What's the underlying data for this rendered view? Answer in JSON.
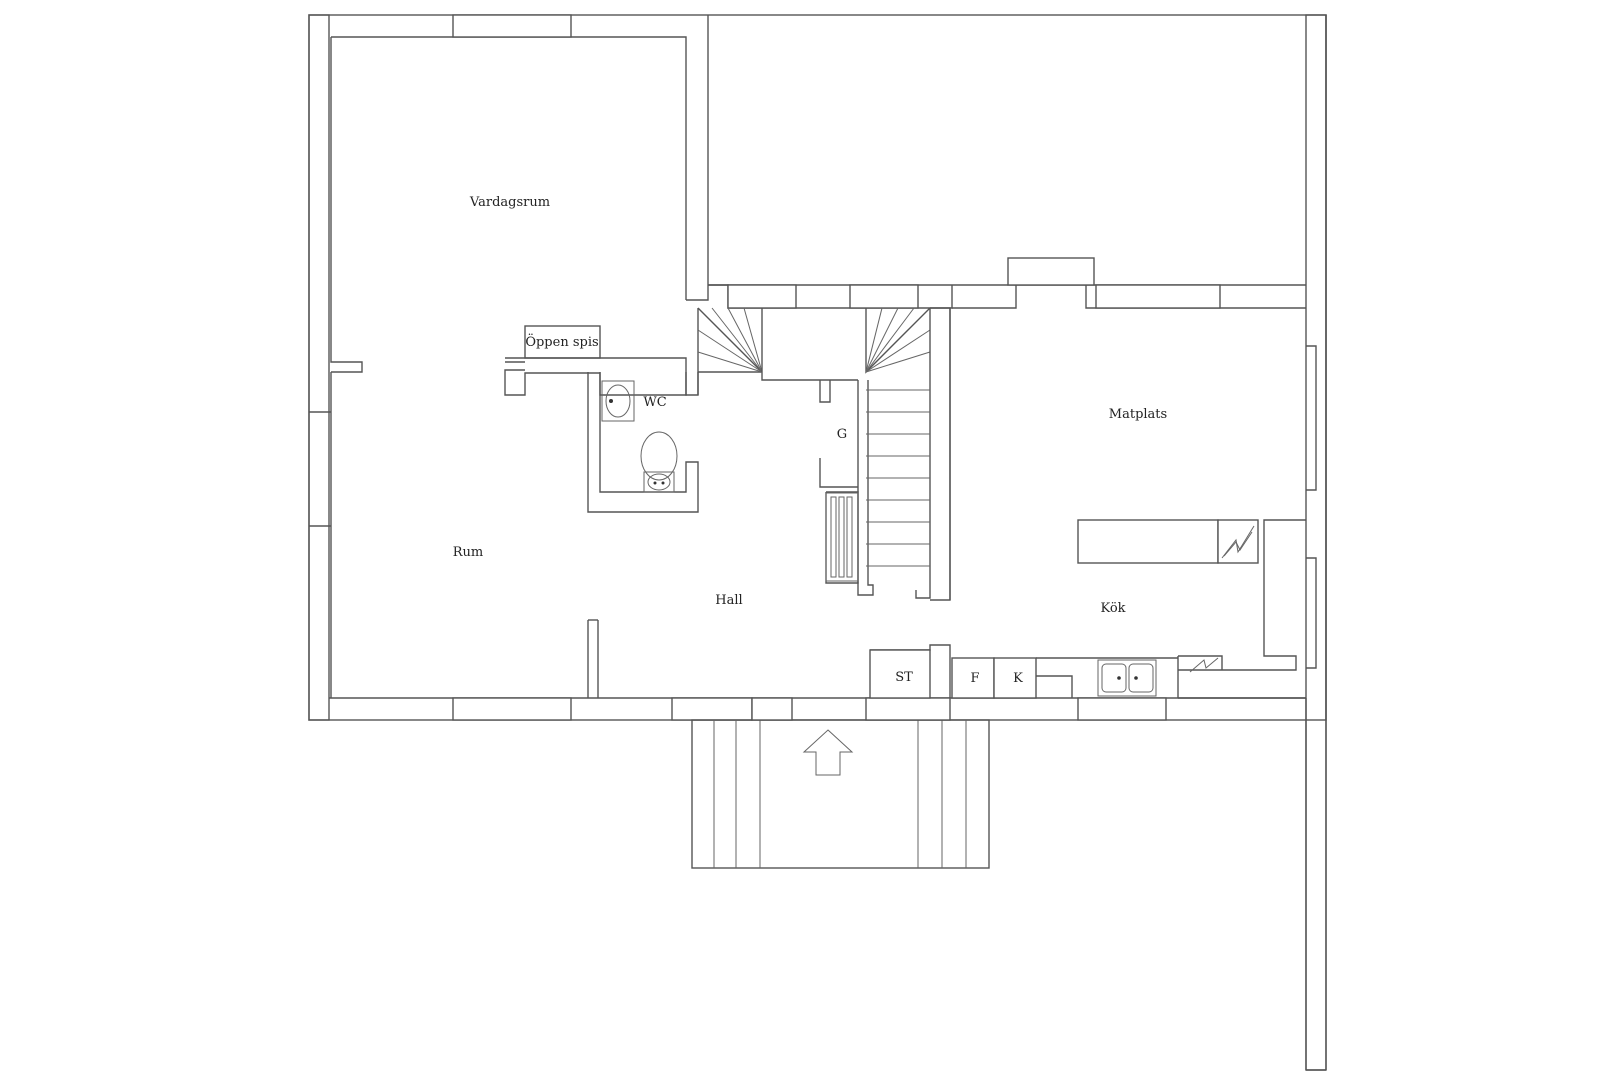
{
  "rooms": {
    "vardagsrum": "Vardagsrum",
    "oppen_spis": "Öppen spis",
    "wc": "WC",
    "rum": "Rum",
    "hall": "Hall",
    "g": "G",
    "matplats": "Matplats",
    "kok": "Kök",
    "st": "ST",
    "f": "F",
    "k": "K"
  },
  "colors": {
    "line": "#555555",
    "background": "#ffffff"
  }
}
